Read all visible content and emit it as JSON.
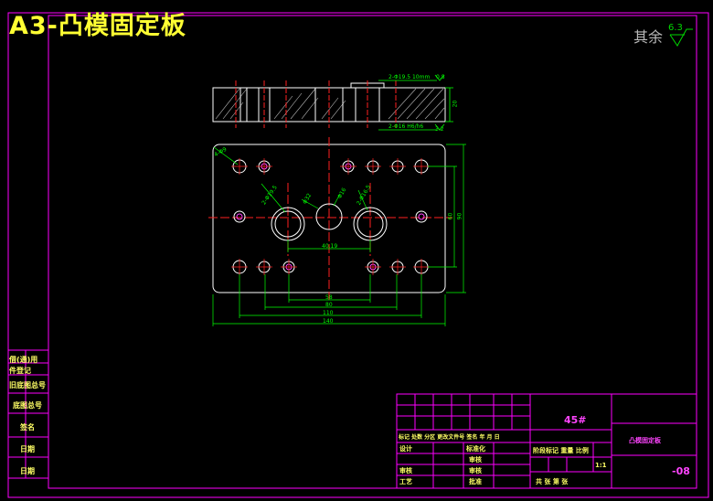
{
  "title": "A3-凸模固定板",
  "roughness": {
    "prefix": "其余",
    "value": "6.3"
  },
  "side_labels": [
    "借(通)用",
    "件登记",
    "旧底图总号",
    "底图总号",
    "签名",
    "日期",
    "日期"
  ],
  "dimensions": {
    "top_bore": "2-Φ19.5 10mm",
    "top_bore_tol": "0.8",
    "top_height": "20",
    "bottom_bore": "2-Φ16 H6/h6",
    "bottom_tol": "3.2",
    "corner_hole": "4-Φ9",
    "hole_a": "2-Φ19.5",
    "hole_b": "Φ32",
    "hole_c": "Φ16",
    "hole_d": "2-Φ16.5",
    "w_40": "40.19",
    "w_58": "58",
    "w_80": "80",
    "w_110": "110",
    "w_140": "140",
    "h_60": "60",
    "h_90": "90"
  },
  "title_block": {
    "material": "45#",
    "part_name": "凸模固定板",
    "drawing_no": "-08",
    "scale": "1:1",
    "rev_header": "标记 处数 分区 更改文件号 签名 年 月 日",
    "design": "设计",
    "standard": "标准化",
    "review": "审核",
    "craft": "工艺",
    "approve": "批准",
    "stage_header": "阶段标记 重量 比例",
    "sheet": "共   张  第   张",
    "check": "审核",
    "proc": "审核"
  },
  "colors": {
    "frame": "#ff00ff",
    "outline": "#ffffff",
    "center": "#ff2020",
    "dim": "#00ff00",
    "text": "#ffff66"
  }
}
